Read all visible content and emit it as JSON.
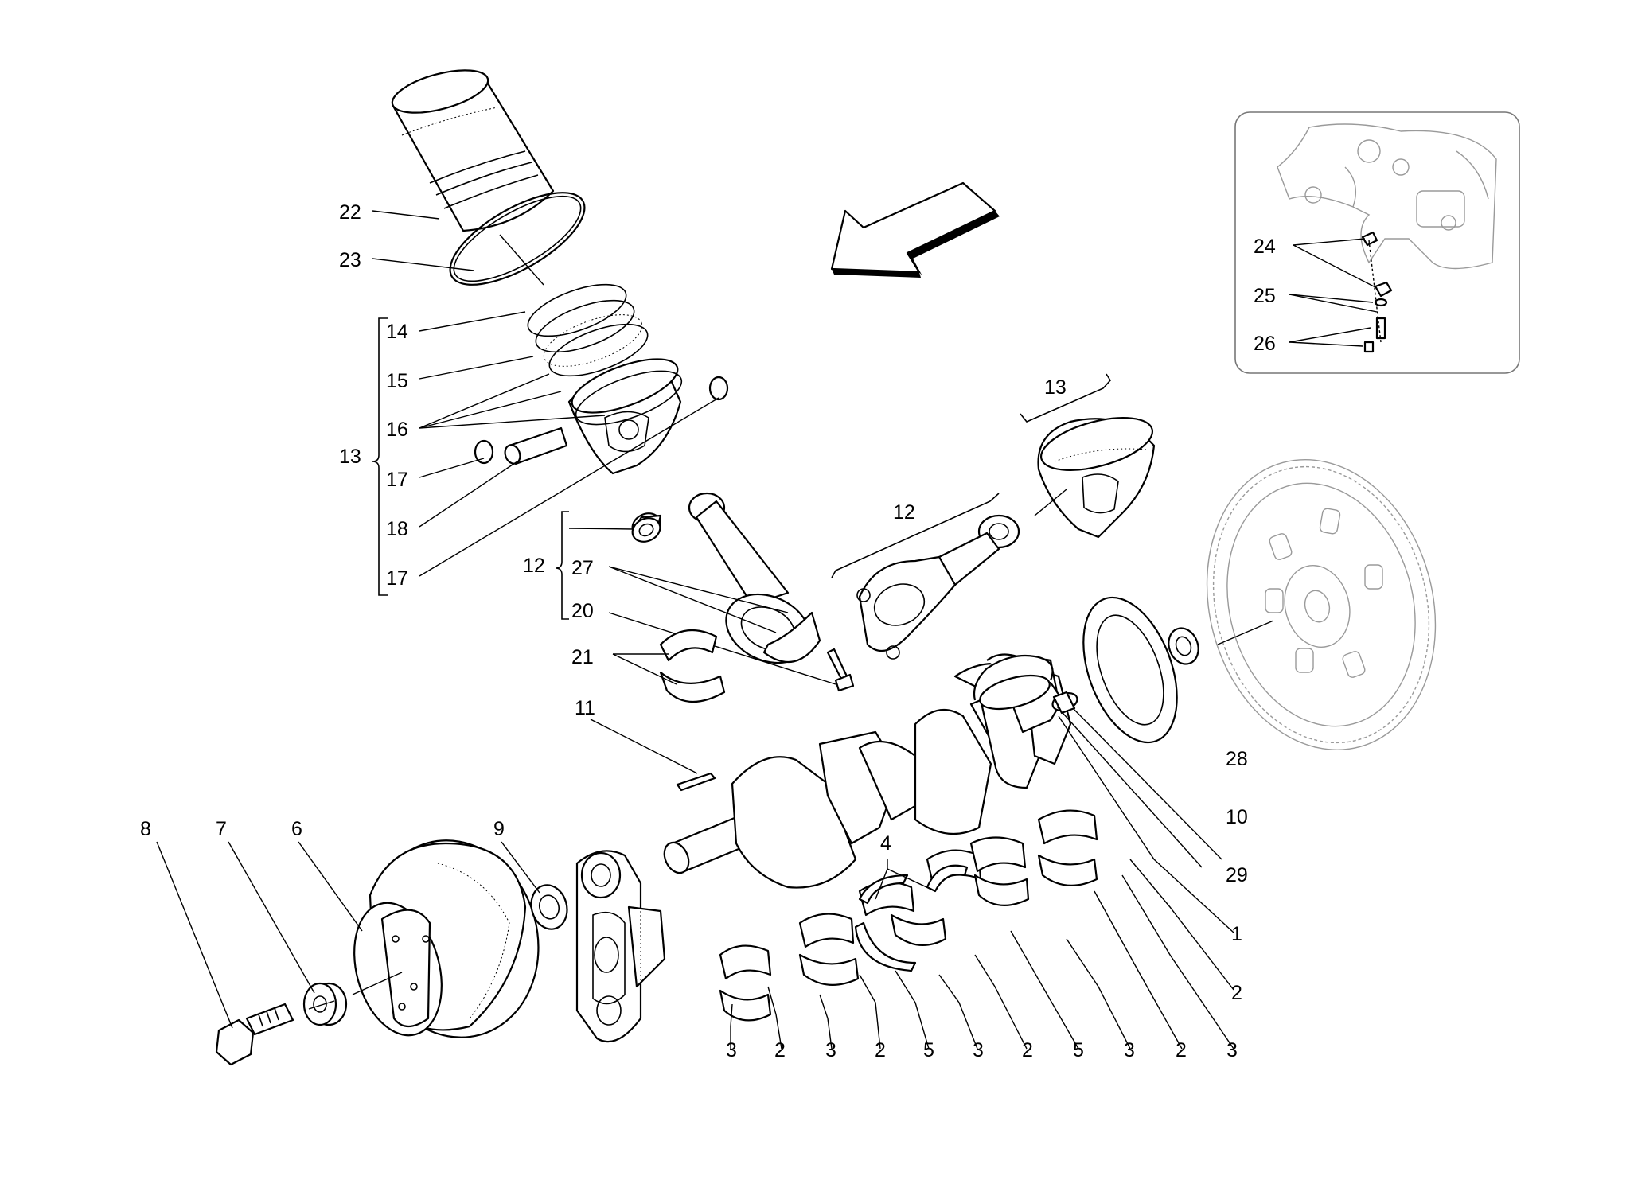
{
  "labels": {
    "22": "22",
    "23": "23",
    "14": "14",
    "15": "15",
    "16": "16",
    "13a": "13",
    "17a": "17",
    "18": "18",
    "17b": "17",
    "12a": "12",
    "27": "27",
    "20": "20",
    "21": "21",
    "13b": "13",
    "12b": "12",
    "11": "11",
    "8": "8",
    "7": "7",
    "6": "6",
    "9": "9",
    "4": "4",
    "28": "28",
    "10": "10",
    "29": "29",
    "1": "1",
    "2a": "2",
    "b3a": "3",
    "b2a": "2",
    "b3b": "3",
    "b2b": "2",
    "b5a": "5",
    "b3c": "3",
    "b2c": "2",
    "b5b": "5",
    "b3d": "3",
    "b2d": "2",
    "b3e": "3",
    "24": "24",
    "25": "25",
    "26": "26"
  }
}
